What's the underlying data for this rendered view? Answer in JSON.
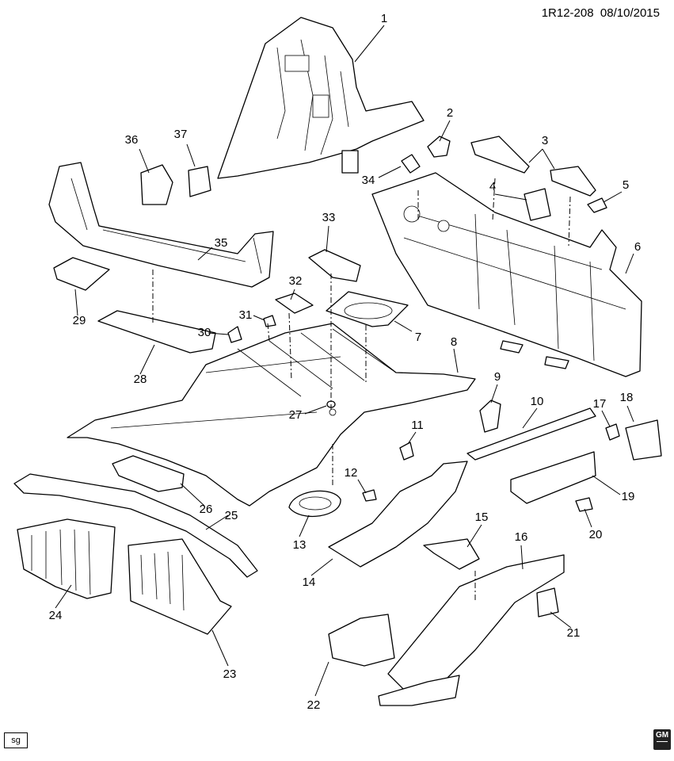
{
  "header": {
    "drawing_id": "1R12-208",
    "date": "08/10/2015"
  },
  "footer": {
    "sg_label": "sg",
    "logo_text": "GM"
  },
  "callouts": [
    "1",
    "2",
    "3",
    "4",
    "5",
    "6",
    "7",
    "8",
    "9",
    "10",
    "11",
    "12",
    "13",
    "14",
    "15",
    "16",
    "17",
    "18",
    "19",
    "20",
    "21",
    "22",
    "23",
    "24",
    "25",
    "26",
    "27",
    "28",
    "29",
    "30",
    "31",
    "32",
    "33",
    "34",
    "35",
    "36",
    "37"
  ]
}
